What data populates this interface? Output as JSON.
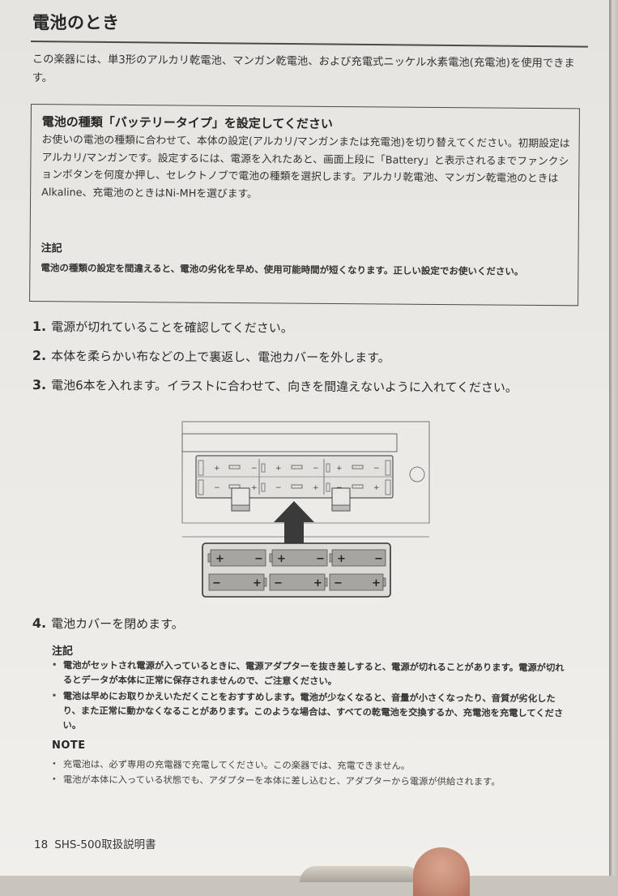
{
  "page": {
    "section_title": "電池のとき",
    "intro": "この楽器には、単3形のアルカリ乾電池、マンガン乾電池、および充電式ニッケル水素電池(充電池)を使用できます。",
    "battery_type_box": {
      "title": "電池の種類「バッテリータイプ」を設定してください",
      "body": "お使いの電池の種類に合わせて、本体の設定(アルカリ/マンガンまたは充電池)を切り替えてください。初期設定はアルカリ/マンガンです。設定するには、電源を入れたあと、画面上段に「Battery」と表示されるまでファンクションボタンを何度か押し、セレクトノブで電池の種類を選択します。アルカリ乾電池、マンガン乾電池のときはAlkaline、充電池のときはNi-MHを選びます。",
      "caution_label": "注記",
      "caution_text": "電池の種類の設定を間違えると、電池の劣化を早め、使用可能時間が短くなります。正しい設定でお使いください。"
    },
    "steps": [
      {
        "num": "1.",
        "text": "電源が切れていることを確認してください。"
      },
      {
        "num": "2.",
        "text": "本体を柔らかい布などの上で裏返し、電池カバーを外します。"
      },
      {
        "num": "3.",
        "text": "電池6本を入れます。イラストに合わせて、向きを間違えないように入れてください。"
      },
      {
        "num": "4.",
        "text": "電池カバーを閉めます。"
      }
    ],
    "illustration": {
      "description": "battery-compartment-diagram",
      "compartment_slots_top": [
        "+",
        "−",
        "+",
        "−",
        "+",
        "−"
      ],
      "compartment_slots_bottom": [
        "−",
        "+",
        "−",
        "+",
        "−",
        "+"
      ],
      "batteries_top_row": [
        {
          "left": "+",
          "right": "−"
        },
        {
          "left": "+",
          "right": "−"
        },
        {
          "left": "+",
          "right": "−"
        }
      ],
      "batteries_bottom_row": [
        {
          "left": "−",
          "right": "+"
        },
        {
          "left": "−",
          "right": "+"
        },
        {
          "left": "−",
          "right": "+"
        }
      ]
    },
    "step4_caution": {
      "label": "注記",
      "items": [
        "電池がセットされ電源が入っているときに、電源アダプターを抜き差しすると、電源が切れることがあります。電源が切れるとデータが本体に正常に保存されませんので、ご注意ください。",
        "電池は早めにお取りかえいただくことをおすすめします。電池が少なくなると、音量が小さくなったり、音質が劣化したり、また正常に動かなくなることがあります。このような場合は、すべての乾電池を交換するか、充電池を充電してください。"
      ]
    },
    "note": {
      "label": "NOTE",
      "items": [
        "充電池は、必ず専用の充電器で充電してください。この楽器では、充電できません。",
        "電池が本体に入っている状態でも、アダプターを本体に差し込むと、アダプターから電源が供給されます。"
      ]
    },
    "footer": {
      "page_number": "18",
      "manual_title": "SHS-500取扱説明書"
    }
  }
}
